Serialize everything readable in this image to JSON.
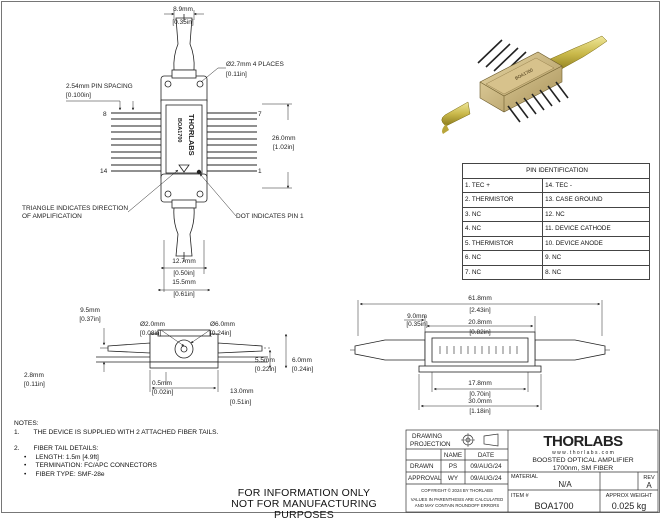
{
  "top_view": {
    "dim_width": "8.9mm",
    "dim_width_in": "[0.35in]",
    "dim_hole": "Ø2.7mm 4 PLACES",
    "dim_hole_in": "[0.11in]",
    "dim_pin_spacing": "2.54mm  PIN SPACING",
    "dim_pin_spacing_in": "[0.100in]",
    "pin_8": "8",
    "pin_7": "7",
    "pin_14": "14",
    "pin_1": "1",
    "dim_height": "26.0mm",
    "dim_height_in": "[1.02in]",
    "body_text_1": "THORLABS",
    "body_text_2": "BOA1700",
    "note_triangle": "TRIANGLE INDICATES DIRECTION\nOF AMPLIFICATION",
    "note_dot": "DOT INDICATES PIN 1",
    "dim_12_7": "12.7mm",
    "dim_12_7_in": "[0.50in]",
    "dim_15_5": "15.5mm",
    "dim_15_5_in": "[0.61in]"
  },
  "side_view": {
    "dim_9_5": "9.5mm",
    "dim_9_5_in": "[0.37in]",
    "dim_2_0": "Ø2.0mm",
    "dim_2_0_in": "[0.08in]",
    "dim_6_0d": "Ø6.0mm",
    "dim_6_0d_in": "[0.24in]",
    "dim_2_8": "2.8mm",
    "dim_2_8_in": "[0.11in]",
    "dim_0_5": "0.5mm",
    "dim_0_5_in": "[0.02in]",
    "dim_5_5": "5.5mm",
    "dim_5_5_in": "[0.22in]",
    "dim_6_0": "6.0mm",
    "dim_6_0_in": "[0.24in]",
    "dim_13_0": "13.0mm",
    "dim_13_0_in": "[0.51in]"
  },
  "front_view": {
    "dim_61_8": "61.8mm",
    "dim_61_8_in": "[2.43in]",
    "dim_9_0": "9.0mm",
    "dim_9_0_in": "[0.35in]",
    "dim_20_8": "20.8mm",
    "dim_20_8_in": "[0.82in]",
    "dim_17_8": "17.8mm",
    "dim_17_8_in": "[0.70in]",
    "dim_30_0": "30.0mm",
    "dim_30_0_in": "[1.18in]"
  },
  "render_label": "BOA1700",
  "pin_table": {
    "title": "PIN IDENTIFICATION",
    "rows": [
      [
        "1. TEC +",
        "14. TEC -"
      ],
      [
        "2. THERMISTOR",
        "13. CASE GROUND"
      ],
      [
        "3. NC",
        "12. NC"
      ],
      [
        "4. NC",
        "11. DEVICE CATHODE"
      ],
      [
        "5. THERMISTOR",
        "10. DEVICE ANODE"
      ],
      [
        "6. NC",
        "9. NC"
      ],
      [
        "7. NC",
        "8. NC"
      ]
    ]
  },
  "notes": {
    "title": "NOTES:",
    "n1_num": "1.",
    "n1": "THE DEVICE IS SUPPLIED WITH 2 ATTACHED FIBER TAILS.",
    "n2_num": "2.",
    "n2": "FIBER TAIL DETAILS:",
    "n2_items": [
      "LENGTH: 1.5m [4.9ft]",
      "TERMINATION: FC/APC CONNECTORS",
      "FIBER TYPE: SMF-28e"
    ]
  },
  "disclaimer": {
    "line1": "FOR INFORMATION ONLY",
    "line2": "NOT FOR MANUFACTURING PURPOSES"
  },
  "title_block": {
    "drawing_projection_1": "DRAWING",
    "drawing_projection_2": "PROJECTION",
    "col_name": "NAME",
    "col_date": "DATE",
    "drawn_label": "DRAWN",
    "drawn_name": "PS",
    "drawn_date": "09/AUG/24",
    "approval_label": "APPROVAL",
    "approval_name": "WY",
    "approval_date": "09/AUG/24",
    "copyright": "COPYRIGHT © 2024 BY THORLABS",
    "values_note_1": "VALUES IN PARENTHESIS ARE CALCULATED",
    "values_note_2": "AND MAY CONTAIN ROUNDOFF ERRORS",
    "logo": "THORLABS",
    "website": "w w w . t h o r l a b s . c o m",
    "description_1": "BOOSTED OPTICAL AMPLIFIER",
    "description_2": "1700nm, SM FIBER",
    "material_label": "MATERIAL",
    "material_value": "N/A",
    "rev_label": "REV",
    "rev_value": "A",
    "item_label": "ITEM #",
    "item_value": "BOA1700",
    "weight_label": "APPROX WEIGHT",
    "weight_value": "0.025 kg"
  }
}
